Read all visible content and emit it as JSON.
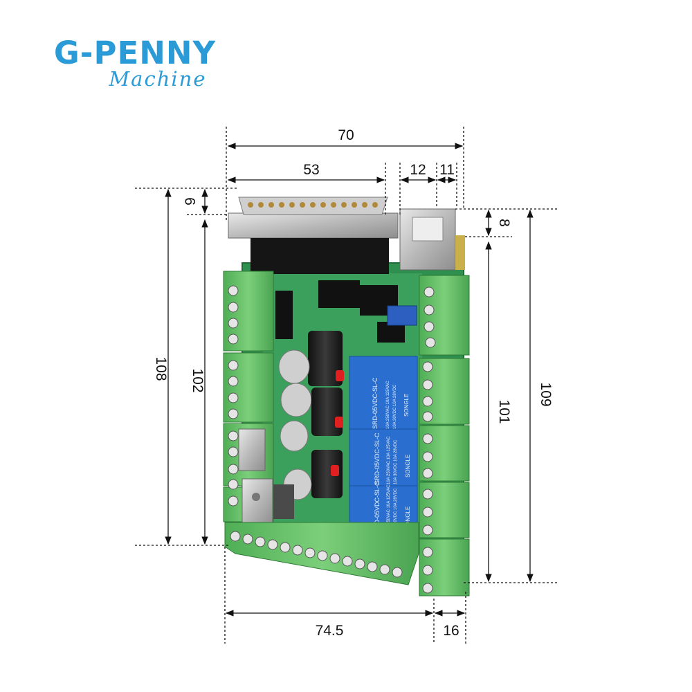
{
  "brand": {
    "name": "G-PENNY",
    "tagline": "Machine",
    "color": "#2a9bd6"
  },
  "dimensions": {
    "total_width": "70",
    "connector_width": "53",
    "usb_offset": "12",
    "usb_width": "11",
    "connector_height": "9",
    "usb_height": "8",
    "overall_height_left": "108",
    "board_height_left": "102",
    "board_height_right": "101",
    "overall_height_right": "109",
    "bottom_width": "74.5",
    "terminal_depth": "16"
  },
  "board": {
    "relay_label": "SRD-05VDC-SL-C",
    "relay_brand": "SONGLE",
    "relay_rating_1": "10A 250VAC 10A 125VAC",
    "relay_rating_2": "10A 30VDC 10A 28VDC",
    "colors": {
      "pcb": "#2f8f4e",
      "terminal": "#6cc36c",
      "relay": "#2a6fcf",
      "capacitor": "#222222"
    }
  }
}
